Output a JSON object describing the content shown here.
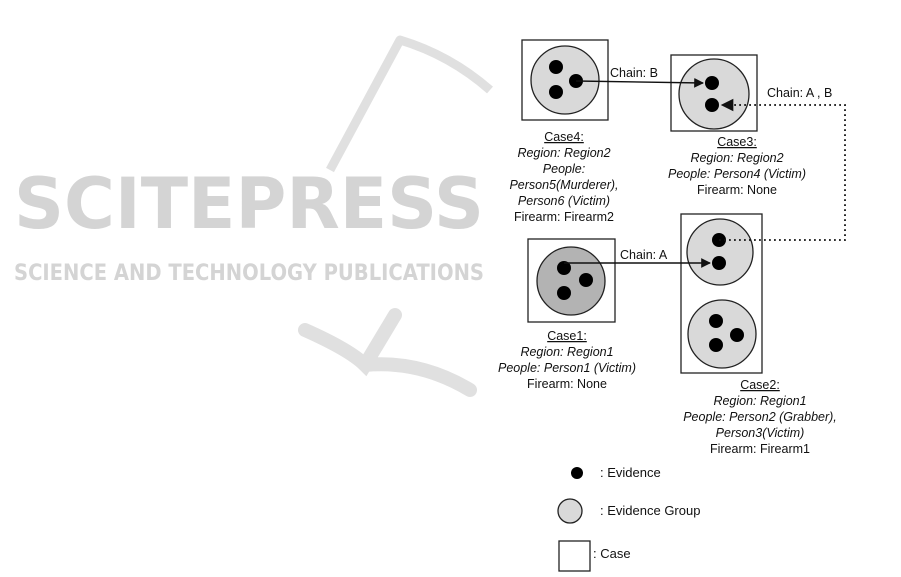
{
  "watermark": {
    "title": "SCITEPRESS",
    "subtitle": "SCIENCE AND TECHNOLOGY PUBLICATIONS",
    "color": "#d4d4d4"
  },
  "colors": {
    "group_fill": "#d9d9d9",
    "group_fill_dark": "#b3b3b3",
    "evidence": "#000000",
    "stroke": "#222222"
  },
  "cases": [
    {
      "id": "case4",
      "title": "Case4:",
      "region": "Region: Region2",
      "people": [
        "People:",
        "Person5(Murderer),",
        "Person6 (Victim)"
      ],
      "firearm": "Firearm: Firearm2"
    },
    {
      "id": "case3",
      "title": "Case3:",
      "region": "Region: Region2",
      "people": [
        "People: Person4 (Victim)"
      ],
      "firearm": "Firearm: None"
    },
    {
      "id": "case1",
      "title": "Case1:",
      "region": "Region: Region1",
      "people": [
        "People: Person1 (Victim)"
      ],
      "firearm": "Firearm: None"
    },
    {
      "id": "case2",
      "title": "Case2:",
      "region": "Region: Region1",
      "people": [
        "People: Person2 (Grabber),",
        "Person3(Victim)"
      ],
      "firearm": "Firearm: Firearm1"
    }
  ],
  "chains": [
    {
      "label": "Chain: B",
      "from": "case4",
      "to": "case3",
      "style": "solid"
    },
    {
      "label": "Chain: A , B",
      "from": "case2",
      "to": "case3",
      "style": "dotted"
    },
    {
      "label": "Chain: A",
      "from": "case1",
      "to": "case2",
      "style": "solid"
    }
  ],
  "legend": [
    {
      "symbol": "evidence",
      "label": ":  Evidence"
    },
    {
      "symbol": "evidence-group",
      "label": ":  Evidence Group"
    },
    {
      "symbol": "case",
      "label": ": Case"
    }
  ]
}
